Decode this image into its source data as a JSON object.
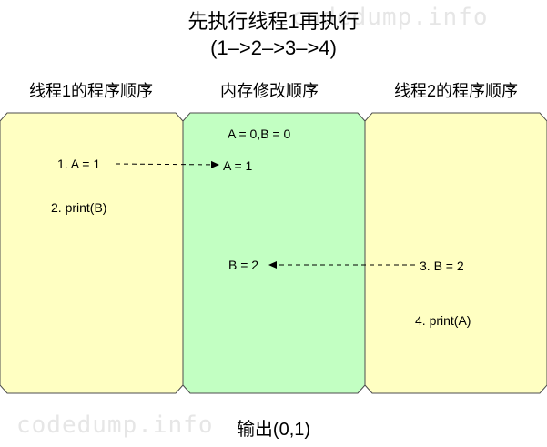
{
  "title": {
    "line1": "先执行线程1再执行",
    "line2": "(1–>2–>3–>4)"
  },
  "columns": {
    "thread1": {
      "header": "线程1的程序顺序",
      "steps": [
        "1. A = 1",
        "2. print(B)"
      ],
      "color": "#ffffc2"
    },
    "memory": {
      "header": "内存修改顺序",
      "initial": "A = 0,B = 0",
      "writes": [
        "A = 1",
        "B = 2"
      ],
      "color": "#c2ffc2"
    },
    "thread2": {
      "header": "线程2的程序顺序",
      "steps": [
        "3. B = 2",
        "4. print(A)"
      ],
      "color": "#ffffc2"
    }
  },
  "footer": "输出(0,1)",
  "watermark": "codedump.info",
  "colors": {
    "border": "#4d4d4d",
    "arrow": "#000000"
  }
}
